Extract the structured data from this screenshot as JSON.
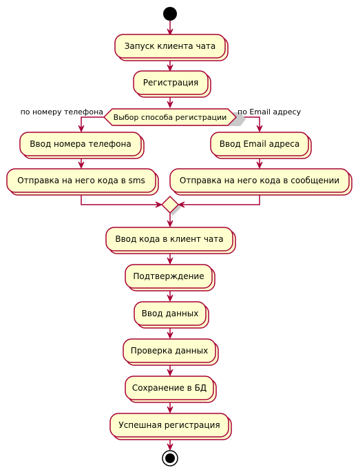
{
  "diagram": {
    "colors": {
      "node_fill": "#FEFECE",
      "node_border": "#A80036",
      "edge": "#A80036",
      "start_end": "#000000"
    },
    "nodes": {
      "launch": "Запуск клиента чата",
      "registration": "Регистрация",
      "phone_input": "Ввод номера телефона",
      "sms_send": "Отправка на него кода в sms",
      "email_input": "Ввод Email адреса",
      "email_send": "Отправка на него кода в сообщении",
      "code_input": "Ввод кода в клиент чата",
      "confirmation": "Подтверждение",
      "data_input": "Ввод данных",
      "data_check": "Проверка данных",
      "db_save": "Сохранение в БД",
      "success": "Успешная регистрация"
    },
    "decision": {
      "label": "Выбор способа регистрации",
      "left_branch": "по номеру телефона",
      "right_branch": "по Email адресу"
    }
  }
}
